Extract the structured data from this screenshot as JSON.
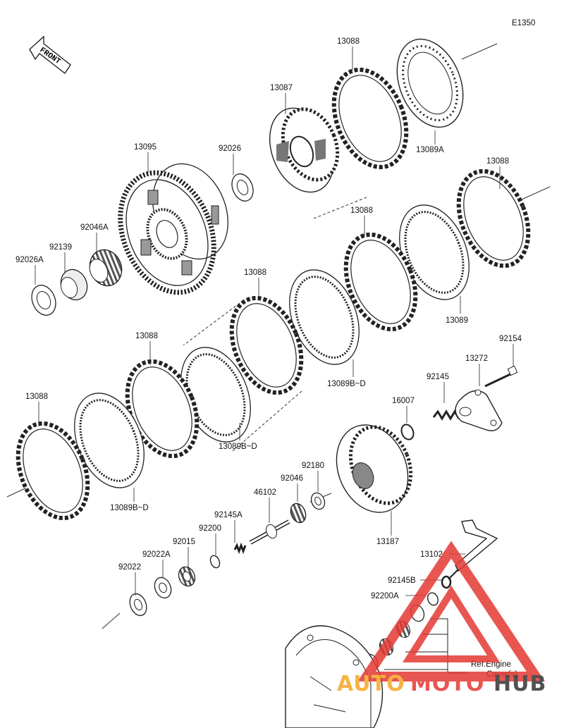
{
  "diagram": {
    "code": "E1350",
    "front_label": "FRONT",
    "ref_note_line1": "Ref.Engine",
    "ref_note_line2": "Cover(s)",
    "parts": {
      "p13088_top": "13088",
      "p13087": "13087",
      "p13089A": "13089A",
      "p13095": "13095",
      "p92026": "92026",
      "p92046A": "92046A",
      "p92139": "92139",
      "p92026A": "92026A",
      "p13088_right": "13088",
      "p13088_mid": "13088",
      "p13089": "13089",
      "p13088_center": "13088",
      "p13089BD_center": "13089B~D",
      "p13088_left": "13088",
      "p13089BD_left": "13089B~D",
      "p13088_far": "13088",
      "p13089BD_far": "13089B~D",
      "p92154": "92154",
      "p13272": "13272",
      "p92145": "92145",
      "p16007": "16007",
      "p92180": "92180",
      "p92046": "92046",
      "p46102": "46102",
      "p13187": "13187",
      "p92145A": "92145A",
      "p92200": "92200",
      "p92015": "92015",
      "p92022A": "92022A",
      "p92022": "92022",
      "p13102": "13102",
      "p92145B": "92145B",
      "p92200A": "92200A"
    }
  },
  "watermark": {
    "part1": "AUTO",
    "part2": "MOTO",
    "part3": "HUB"
  },
  "colors": {
    "line": "#222222",
    "watermark_red": "#e53935",
    "watermark_orange": "#f5a623",
    "watermark_dark": "#333333"
  }
}
